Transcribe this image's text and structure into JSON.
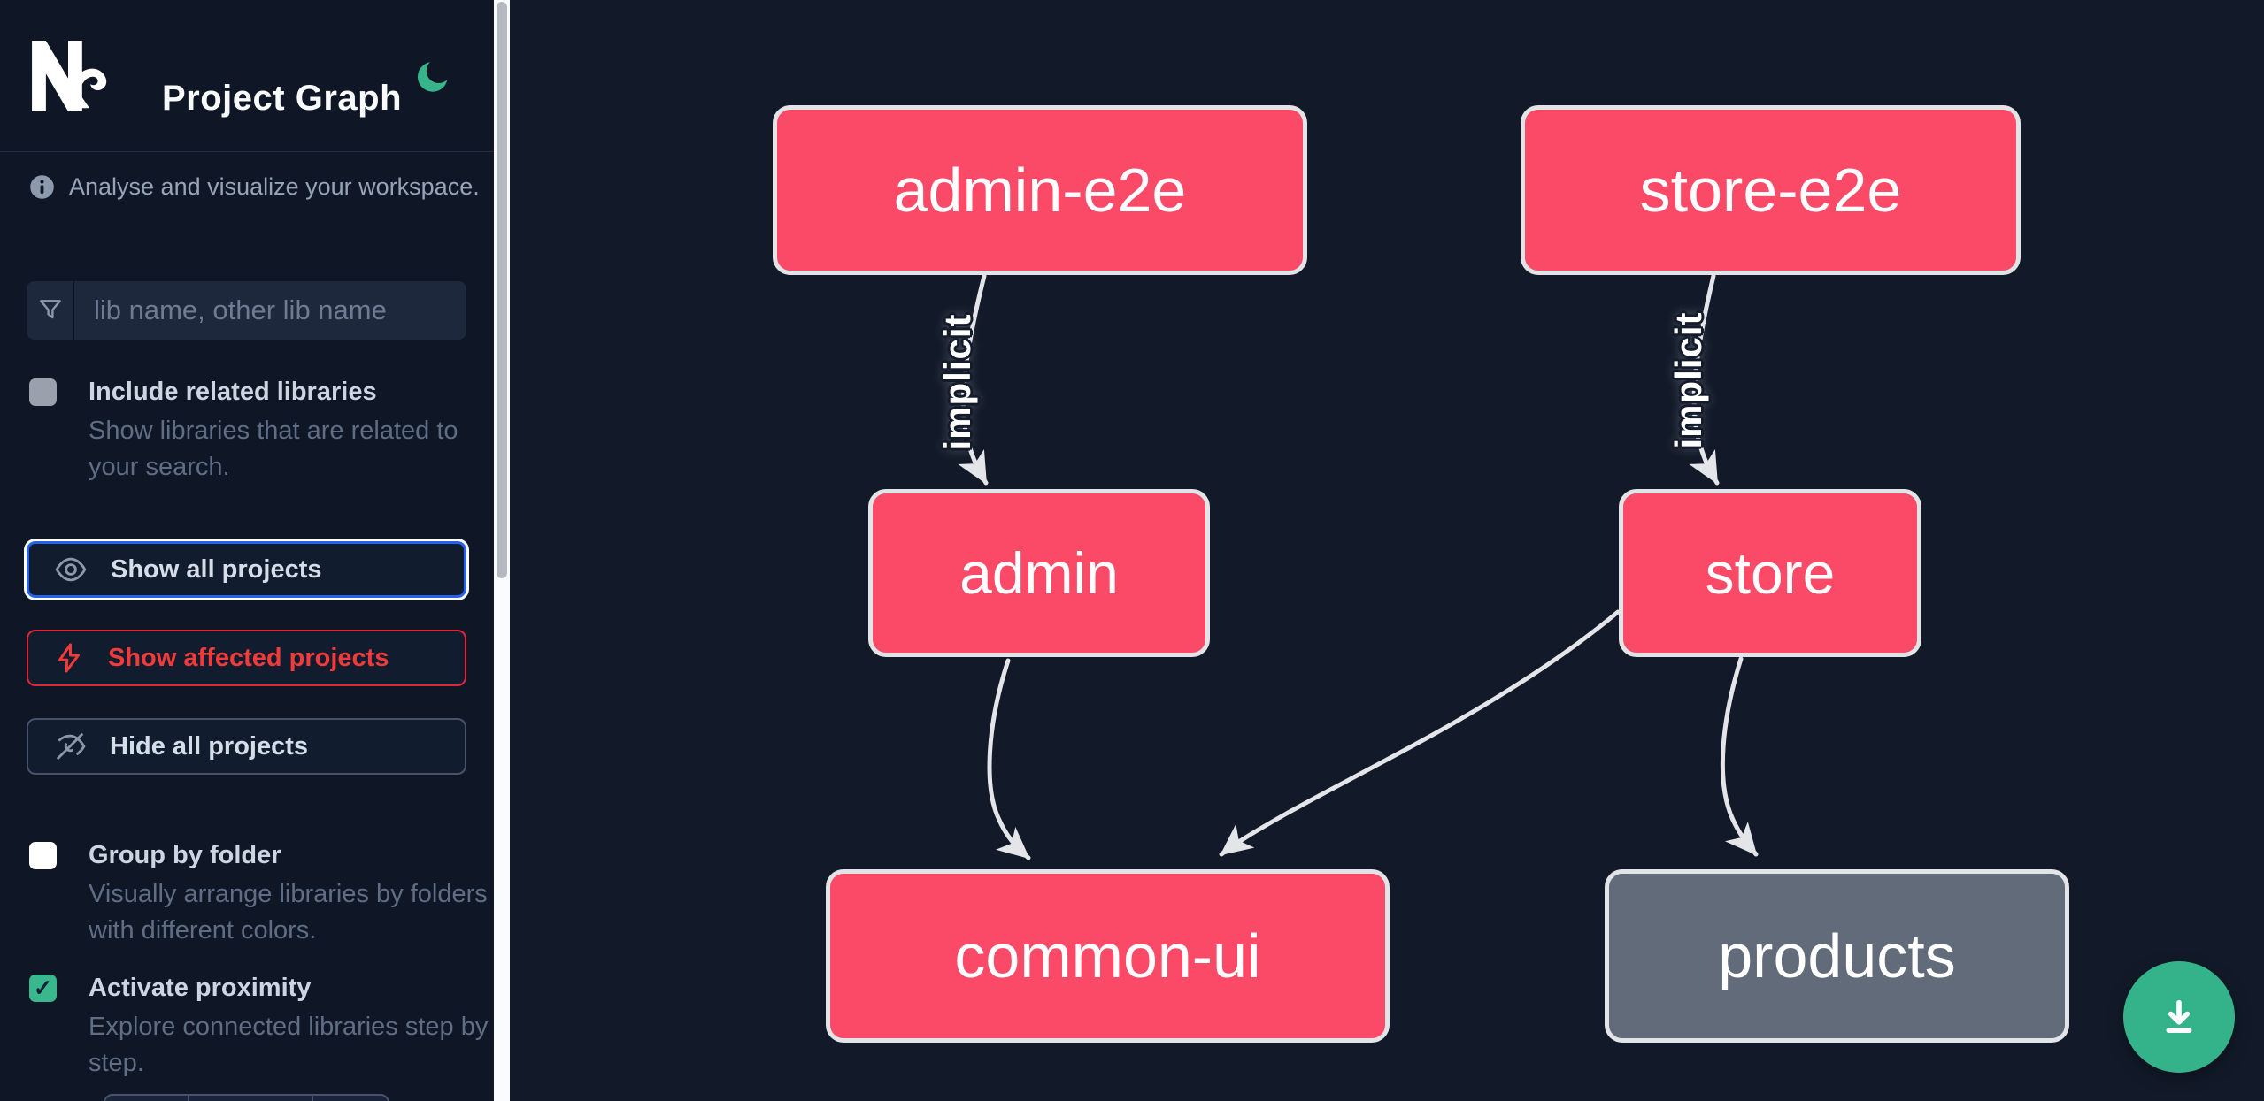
{
  "header": {
    "logo": "Nx",
    "title": "Project Graph",
    "theme_icon": "moon"
  },
  "sidebar": {
    "info_text": "Analyse and visualize your workspace.",
    "search": {
      "placeholder": "lib name, other lib name",
      "value": "",
      "icon": "funnel"
    },
    "checkboxes": [
      {
        "label": "Include related libraries",
        "description": "Show libraries that are related to your search.",
        "checked": false
      },
      {
        "label": "Group by folder",
        "description": "Visually arrange libraries by folders with different colors.",
        "checked": false
      },
      {
        "label": "Activate proximity",
        "description": "Explore connected libraries step by step.",
        "checked": true,
        "checkmark": "✓"
      }
    ],
    "buttons": [
      {
        "label": "Show all projects",
        "icon": "eye",
        "state": "focused"
      },
      {
        "label": "Show affected projects",
        "icon": "bolt",
        "state": "affected"
      },
      {
        "label": "Hide all projects",
        "icon": "eye-off",
        "state": "default"
      }
    ]
  },
  "graph": {
    "nodes": [
      {
        "label": "admin-e2e",
        "color_role": "affected"
      },
      {
        "label": "store-e2e",
        "color_role": "affected"
      },
      {
        "label": "admin",
        "color_role": "affected"
      },
      {
        "label": "store",
        "color_role": "affected"
      },
      {
        "label": "common-ui",
        "color_role": "affected"
      },
      {
        "label": "products",
        "color_role": "default"
      }
    ],
    "edges": [
      {
        "source": "admin-e2e",
        "target": "admin",
        "label": "implicit"
      },
      {
        "source": "store-e2e",
        "target": "store",
        "label": "implicit"
      },
      {
        "source": "admin",
        "target": "common-ui",
        "label": ""
      },
      {
        "source": "store",
        "target": "common-ui",
        "label": ""
      },
      {
        "source": "store",
        "target": "products",
        "label": ""
      }
    ]
  },
  "fab": {
    "icon": "download"
  },
  "colors": {
    "node_affected": "#fb4a67",
    "node_default": "#626b79",
    "node_border": "#e3e4e8",
    "edge": "#e4e5e9",
    "accent_green": "#34b38a",
    "focus_blue": "#2563eb",
    "affected_red": "#e32636",
    "sidebar_bg": "#0f1726",
    "canvas_bg": "#121a29"
  }
}
